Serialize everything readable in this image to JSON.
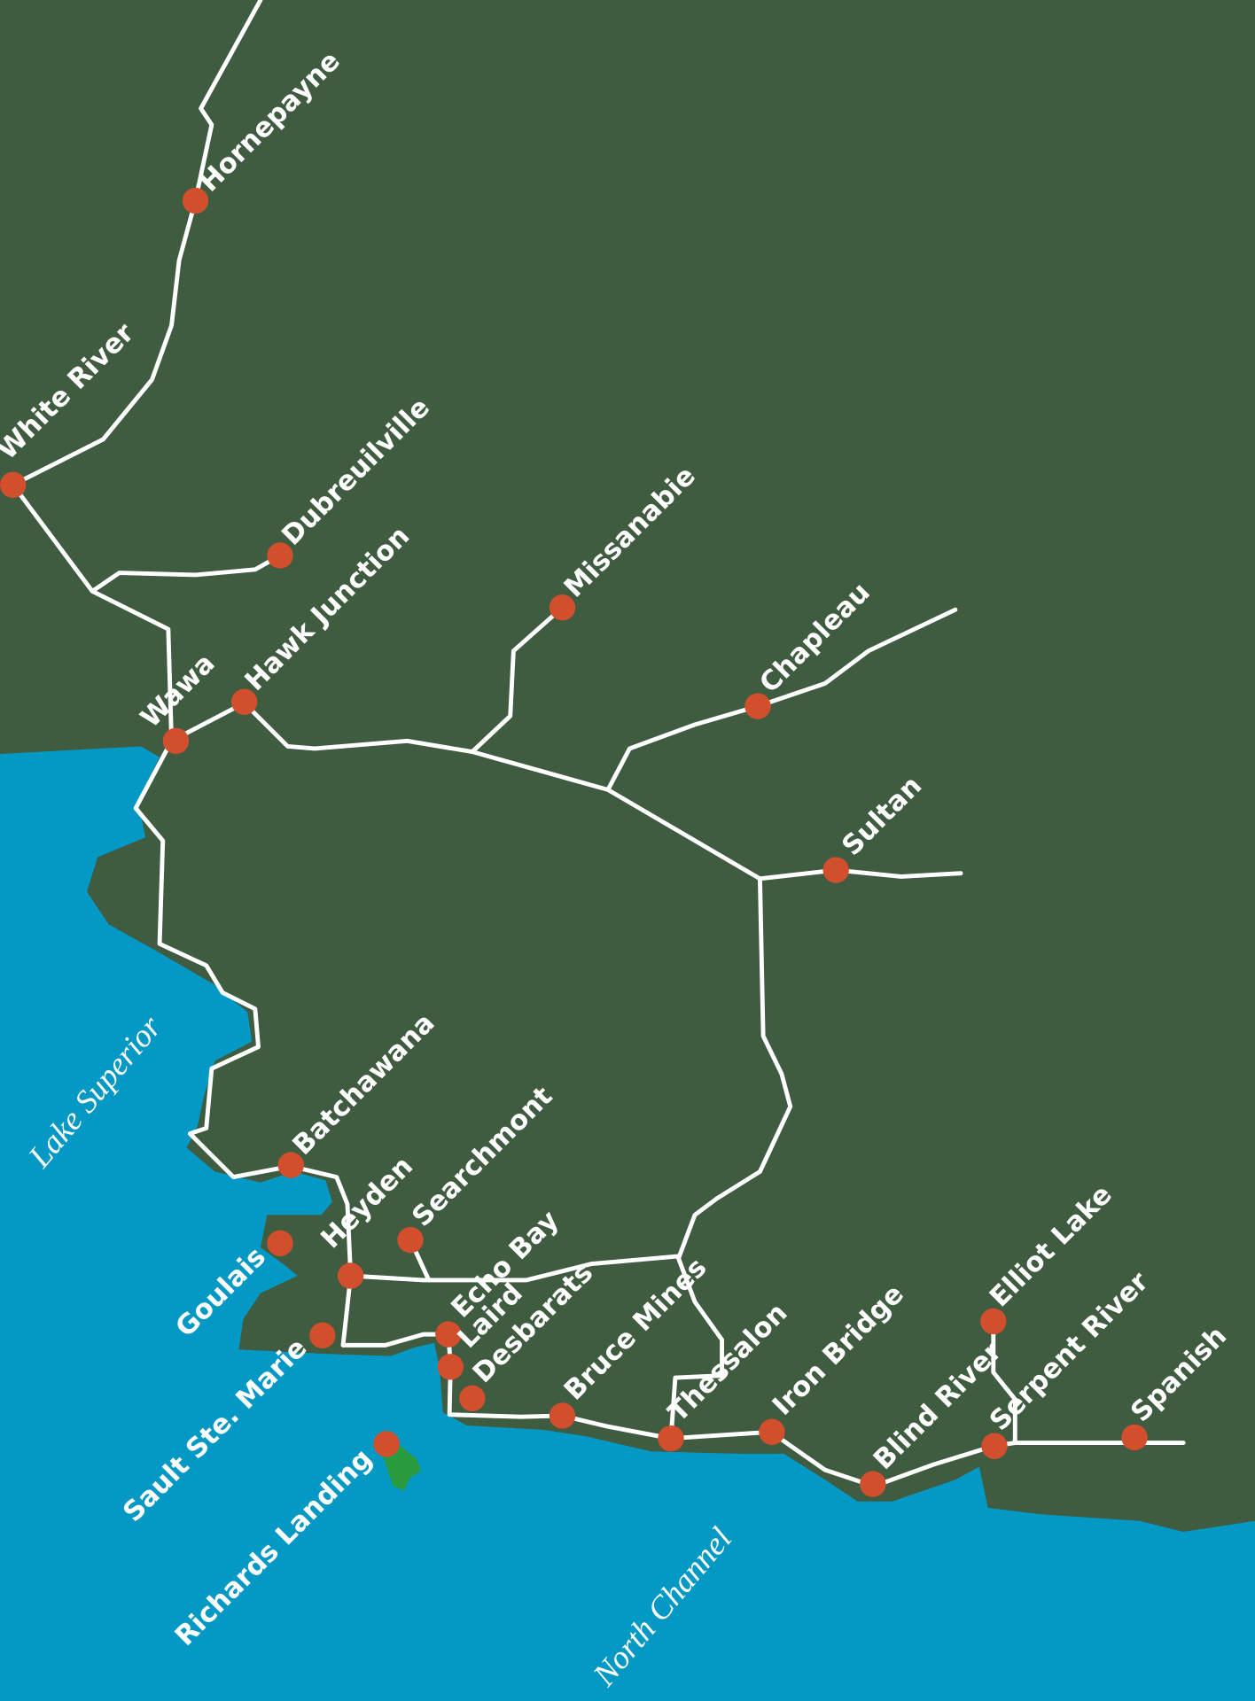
{
  "colors": {
    "land": "#3f5b40",
    "water": "#0499c4",
    "town": "#d24f2e",
    "island": "#2a9a3e",
    "road": "#ffffff"
  },
  "water_labels": {
    "lake_superior": "Lake Superior",
    "north_channel": "North Channel"
  },
  "towns": [
    {
      "id": "hornepayne",
      "name": "Hornepayne"
    },
    {
      "id": "white-river",
      "name": "White River"
    },
    {
      "id": "dubreuilville",
      "name": "Dubreuilville"
    },
    {
      "id": "hawk-junction",
      "name": "Hawk Junction"
    },
    {
      "id": "wawa",
      "name": "Wawa"
    },
    {
      "id": "missanabie",
      "name": "Missanabie"
    },
    {
      "id": "chapleau",
      "name": "Chapleau"
    },
    {
      "id": "sultan",
      "name": "Sultan"
    },
    {
      "id": "batchawana",
      "name": "Batchawana"
    },
    {
      "id": "heyden",
      "name": "Heyden"
    },
    {
      "id": "searchmont",
      "name": "Searchmont"
    },
    {
      "id": "goulais",
      "name": "Goulais"
    },
    {
      "id": "sault-ste-marie",
      "name": "Sault Ste. Marie"
    },
    {
      "id": "echo-bay",
      "name": "Echo Bay"
    },
    {
      "id": "laird",
      "name": "Laird"
    },
    {
      "id": "desbarats",
      "name": "Desbarats"
    },
    {
      "id": "richards-landing",
      "name": "Richards Landing"
    },
    {
      "id": "bruce-mines",
      "name": "Bruce Mines"
    },
    {
      "id": "thessalon",
      "name": "Thessalon"
    },
    {
      "id": "iron-bridge",
      "name": "Iron Bridge"
    },
    {
      "id": "blind-river",
      "name": "Blind River"
    },
    {
      "id": "elliot-lake",
      "name": "Elliot Lake"
    },
    {
      "id": "serpent-river",
      "name": "Serpent River"
    },
    {
      "id": "spanish",
      "name": "Spanish"
    }
  ]
}
